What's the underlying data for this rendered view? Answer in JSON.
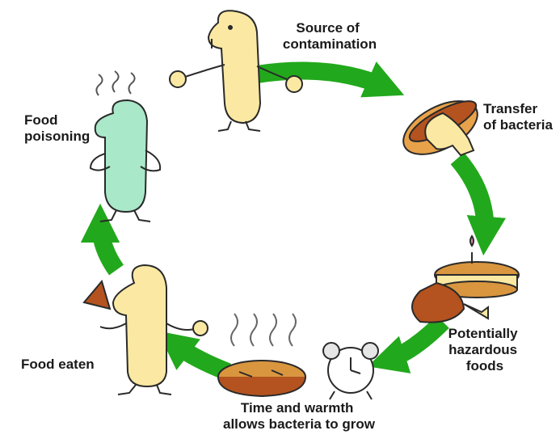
{
  "diagram": {
    "stages": [
      {
        "id": "source",
        "label_lines": [
          "Source of",
          "contamination"
        ]
      },
      {
        "id": "transfer",
        "label_lines": [
          "Transfer",
          "of bacteria"
        ]
      },
      {
        "id": "hazardous",
        "label_lines": [
          "Potentially",
          "hazardous",
          "foods"
        ]
      },
      {
        "id": "time",
        "label_lines": [
          "Time and warmth",
          "allows bacteria to grow"
        ]
      },
      {
        "id": "eaten",
        "label_lines": [
          "Food eaten"
        ]
      },
      {
        "id": "poisoning",
        "label_lines": [
          "Food",
          "poisoning"
        ]
      }
    ],
    "colors": {
      "arrow": "#22a81c",
      "arrow_dark": "#137a10",
      "skin": "#fbe9a3",
      "sick": "#a9e8c9",
      "bread": "#e8a24a",
      "sausage": "#b4531f",
      "crust": "#d9963f",
      "outline": "#2a2a2a"
    },
    "icons": [
      "person-icon",
      "hotdog-icon",
      "food-plate-icon",
      "pie-icon",
      "alarm-clock-icon",
      "eating-person-icon",
      "sick-person-icon"
    ]
  }
}
